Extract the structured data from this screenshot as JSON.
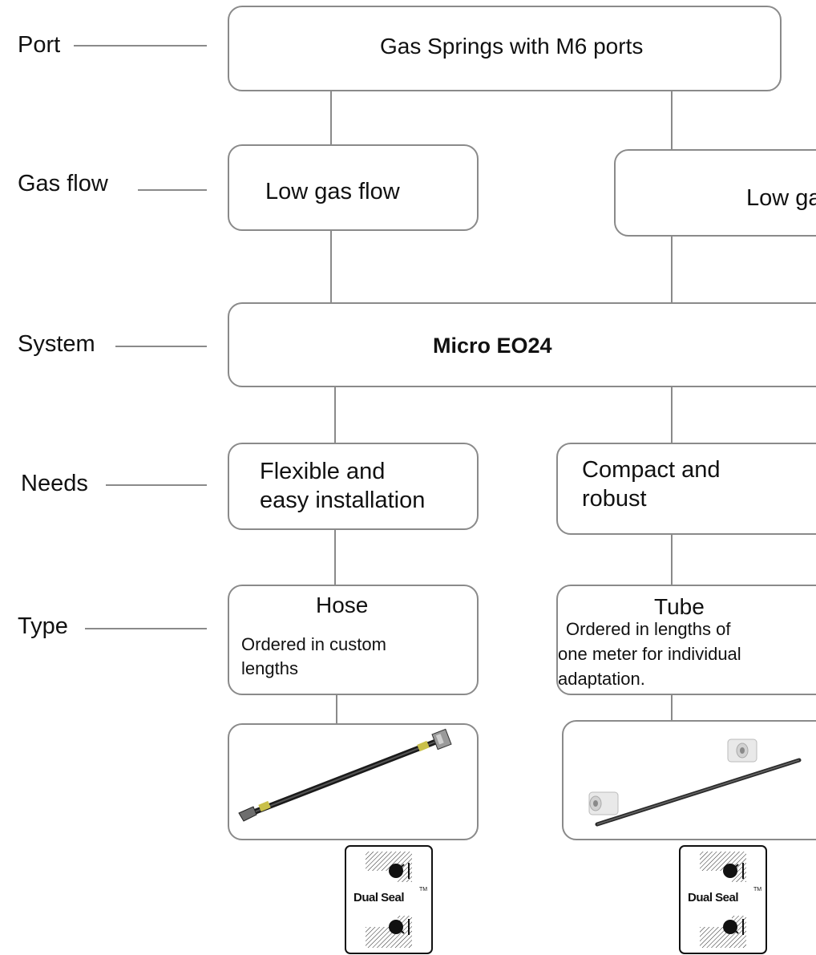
{
  "levels": {
    "port": "Port",
    "gas_flow": "Gas flow",
    "system": "System",
    "needs": "Needs",
    "type": "Type"
  },
  "port_box": "Gas Springs with M6 ports",
  "gas_flow_boxes": [
    "Low gas flow",
    "Low ga"
  ],
  "system_box": "Micro EO24",
  "needs_boxes": [
    {
      "line1": "Flexible and",
      "line2": "easy installation"
    },
    {
      "line1": "Compact and",
      "line2": "robust"
    }
  ],
  "type_boxes": [
    {
      "title": "Hose",
      "desc1": "Ordered in custom",
      "desc2": "lengths",
      "desc3": ""
    },
    {
      "title": "Tube",
      "desc1": "Ordered in lengths of",
      "desc2": "one meter for individual",
      "desc3": "adaptation."
    }
  ],
  "badge": {
    "label": "Dual Seal",
    "tm": "TM"
  },
  "colors": {
    "border": "#8a8a8a",
    "hose_fitting": "#c9c04a"
  }
}
